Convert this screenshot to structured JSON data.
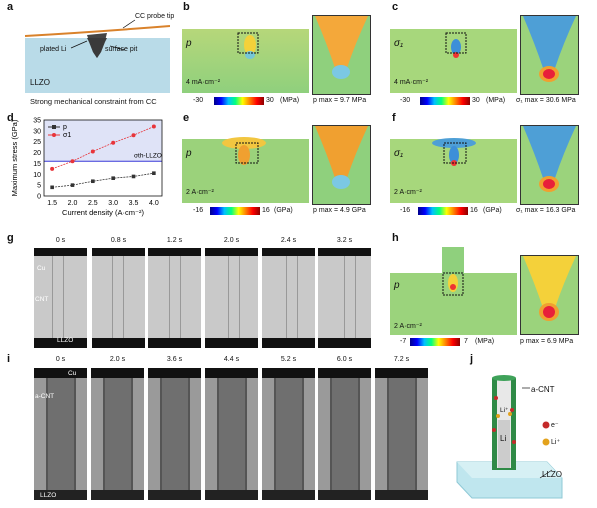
{
  "panels": {
    "a": {
      "label": "a",
      "probe": "CC probe tip",
      "plated": "plated Li",
      "pit": "surface pit",
      "llzo": "LLZO",
      "caption": "Strong mechanical constraint from CC"
    },
    "b": {
      "label": "b",
      "sym": "p",
      "cond": "4 mA·cm⁻²",
      "cmin": "-30",
      "cmax": "30",
      "unit": "(MPa)",
      "peak": "p max = 9.7 MPa"
    },
    "c": {
      "label": "c",
      "sym": "σ₁",
      "cond": "4 mA·cm⁻²",
      "cmin": "-30",
      "cmax": "30",
      "unit": "(MPa)",
      "peak": "σ₁ max = 30.6 MPa"
    },
    "d": {
      "label": "d"
    },
    "e": {
      "label": "e",
      "sym": "p",
      "cond": "2 A·cm⁻²",
      "cmin": "-16",
      "cmax": "16",
      "unit": "(GPa)",
      "peak": "p max = 4.9 GPa"
    },
    "f": {
      "label": "f",
      "sym": "σ₁",
      "cond": "2 A·cm⁻²",
      "cmin": "-16",
      "cmax": "16",
      "unit": "(GPa)",
      "peak": "σ₁ max = 16.3 GPa"
    },
    "g": {
      "label": "g",
      "times": [
        "0 s",
        "0.8 s",
        "1.2 s",
        "2.0 s",
        "2.4 s",
        "3.2 s"
      ],
      "cu": "Cu",
      "cnt": "CNT",
      "llzo": "LLZO"
    },
    "h": {
      "label": "h",
      "sym": "p",
      "cond": "2 A·cm⁻²",
      "cmin": "-7",
      "cmax": "7",
      "unit": "(MPa)",
      "peak": "p max = 6.9 MPa"
    },
    "i": {
      "label": "i",
      "times": [
        "0 s",
        "2.0 s",
        "3.6 s",
        "4.4 s",
        "5.2 s",
        "6.0 s",
        "7.2 s"
      ],
      "cu": "Cu",
      "acnt": "a-CNT",
      "llzo": "LLZO"
    },
    "j": {
      "label": "j",
      "acnt": "a-CNT",
      "li_plus_center": "Li⁺",
      "li": "Li",
      "eminus": "e⁻",
      "liplus": "Li⁺",
      "llzo": "LLZO"
    }
  },
  "chart_data": {
    "type": "line",
    "x": [
      1.5,
      2.0,
      2.5,
      3.0,
      3.5,
      4.0
    ],
    "series": [
      {
        "name": "p",
        "values": [
          4.0,
          5.0,
          6.8,
          8.2,
          9.0,
          10.5
        ],
        "color": "#333333"
      },
      {
        "name": "σ1",
        "values": [
          12.5,
          16.0,
          20.5,
          24.5,
          28.0,
          32.0
        ],
        "color": "#e8343a"
      }
    ],
    "xlabel": "Current density (A·cm⁻²)",
    "ylabel": "Maximum stress (GPa)",
    "xticks": [
      "1.5",
      "2.0",
      "2.5",
      "3.0",
      "3.5",
      "4.0"
    ],
    "yticks": [
      "0",
      "5",
      "10",
      "15",
      "20",
      "25",
      "30",
      "35"
    ],
    "xlim": [
      1.3,
      4.2
    ],
    "ylim": [
      0,
      35
    ],
    "threshold": {
      "label": "σth-LLZO",
      "value": 16
    }
  }
}
